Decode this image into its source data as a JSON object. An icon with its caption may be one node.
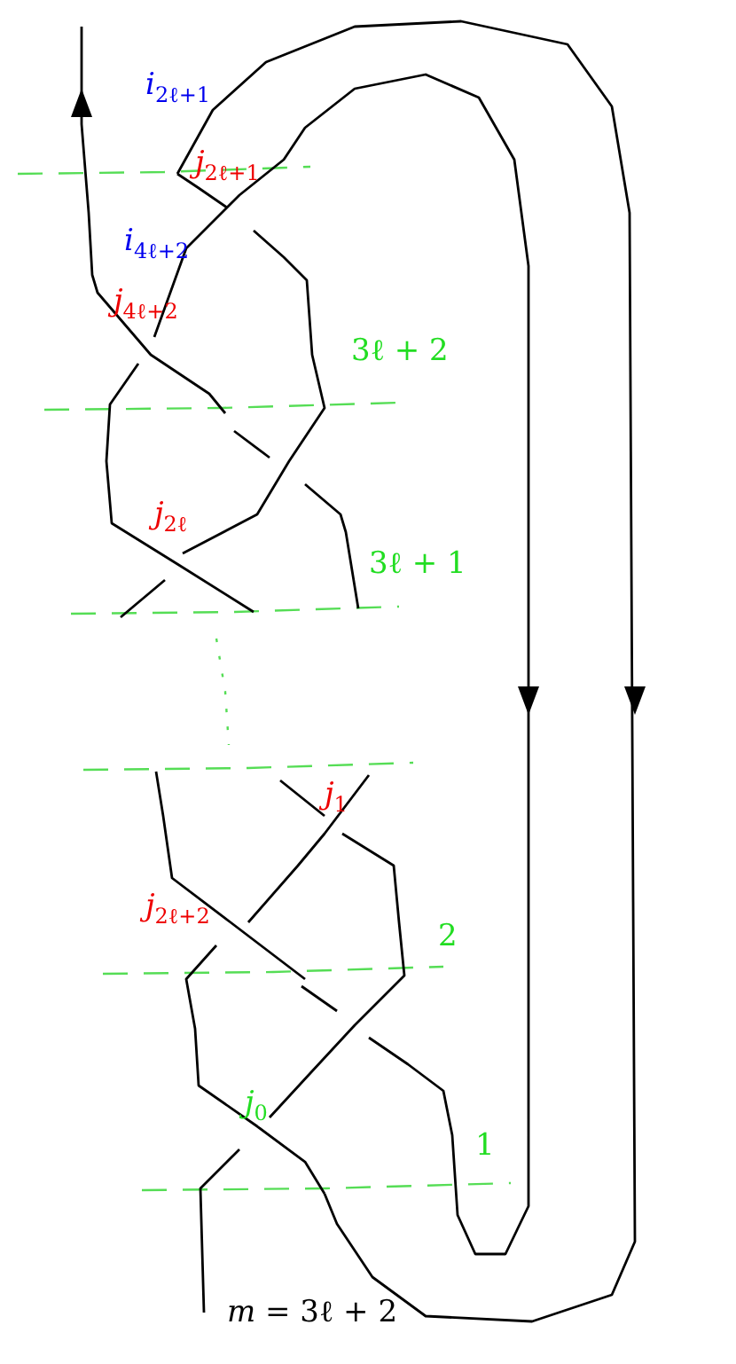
{
  "diagram": {
    "labels": [
      "*i*$_{2ℓ+1}$",
      "*j*$_{2ℓ+1}$",
      "*i*$_{4ℓ+2}$",
      "*j*$_{4ℓ+2}$",
      "3ℓ + 2",
      "*j*$_{2ℓ}$",
      "3ℓ + 1",
      "*j*$_{1}$",
      "*j*$_{2ℓ+2}$",
      "2",
      "*j*$_{0}$",
      "1",
      "*m* = 3ℓ + 2"
    ]
  }
}
